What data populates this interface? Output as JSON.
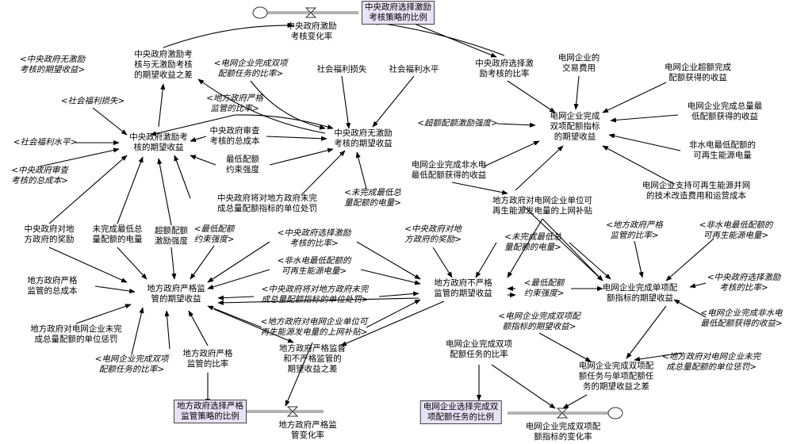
{
  "stocks": {
    "central_ratio": "中央政府选择激励\n考核策略的比例",
    "local_ratio": "地方政府选择严格\n监管策略的比例",
    "grid_ratio": "电网企业选择完成双\n项配额任务的比例"
  },
  "rates": {
    "central_rate": "中央政府激励\n考核变化率",
    "local_rate": "地方政府严格监\n管变化率",
    "grid_rate": "电网企业完成双项配\n额指标的变化率"
  },
  "variables": {
    "central_diff": "中央政府激励考\n核与无激励考核\n的期望收益之差",
    "central_incentive_ratio": "中央政府选择激\n励考核的比率",
    "grid_trade_fee": "电网企业的\n交易费用",
    "grid_over_income": "电网企业超额完成\n配额获得的收益",
    "grid_total_income": "电网企业完成总量最\n低配额获得的收益",
    "nonhydro_min": "非水电最低配额的\n可再生能源电量",
    "grid_tech_cost": "电网企业支持可再生能源并网\n的技术改造费用和运营成本",
    "social_loss": "社会福利损失",
    "social_level": "社会福利水平",
    "central_audit_cost": "中央政府审查\n考核的总成本",
    "min_quota_strength": "最低配额\n约束强度",
    "central_incentive_expect": "中央政府激励考\n核的期望收益",
    "central_noincentive_expect": "中央政府无激励\n考核的期望收益",
    "grid_complete_expect": "电网企业完成\n双项配额指标\n的期望收益",
    "grid_nonhydro_income": "电网企业完成非水电\n最低配额获得的收益",
    "local_subsidy": "地方政府对电网企业单位可\n再生能源发电量的上网补贴",
    "central_penalty_local": "中央政府将对地方政府未完\n成总量配额指标的单位处罚",
    "central_reward_local": "中央政府对地\n方政府的奖励",
    "unfinished_min": "未完成最低总\n量配额的电量",
    "over_quota_strength": "超额配额\n激励强度",
    "local_strict_cost": "地方政府严格\n监管的总成本",
    "local_strict_expect": "地方政府严格监\n管的期望收益",
    "local_nonstrict_expect": "地方政府不严格\n监管的期望收益",
    "grid_single_expect": "电网企业完成单项配\n额指标的期望收益",
    "local_penalty_grid": "地方政府对电网企业未完\n成总量配额的单位惩罚",
    "local_strict_ratio": "地方政府严格\n监管的比率",
    "local_diff": "地方政府严格监督\n和不严格监管的\n期望收益之差",
    "grid_complete_ratio": "电网企业完成双项\n配额任务的比率",
    "grid_diff": "电网企业完成双项配\n额任务与单项配额任\n务的期望收益之差"
  },
  "shadows": {
    "s_central_noincentive": "<中央政府无激励\n考核的期望收益>",
    "s_grid_ratio1": "<电网企业完成双项\n配额任务的比率>",
    "s_social_loss": "<社会福利损失>",
    "s_local_ratio1": "<地方政府严格\n监管的比率>",
    "s_social_level": "<社会福利水平>",
    "s_central_audit": "<中央政府审查\n考核的总成本>",
    "s_over_quota": "<超额配额激励强度>",
    "s_unfinished1": "<未完成最低总\n量配额的电量>",
    "s_min_strength": "<最低配额\n约束强度>",
    "s_central_ratio1": "<中央政府选择激励\n考核的比率>",
    "s_central_reward": "<中央政府对地\n方政府的奖励>",
    "s_nonhydro": "<非水电最低配额的\n可再生能源电量>",
    "s_central_penalty": "<中央政府将对地方政府未完\n成总量配额指标的单位处罚>",
    "s_local_subsidy": "<地方政府对电网企业单位可\n再生能源发电量的上网补贴>",
    "s_unfinished2": "<未完成最低总\n量配额的电量>",
    "s_min_strength2": "<最低配额\n约束强度>",
    "s_local_ratio2": "<地方政府严格\n监管的比率>",
    "s_nonhydro2": "<非水电最低配额的\n可再生能源电量>",
    "s_central_ratio2": "<中央政府选择激励\n考核的比率>",
    "s_grid_nonhydro": "<电网企业完成非水电\n最低配额获得的收益>",
    "s_grid_double_expect": "<电网企业完成双项配\n额指标的期望收益>",
    "s_local_penalty": "<地方政府对电网企业未完\n成总量配额的单位惩罚>",
    "s_grid_ratio2": "<电网企业完成双项\n配额任务的比率>"
  },
  "colors": {
    "arrow": "#000000",
    "stock_fill": "#e7e2f5",
    "pipe": "#555555"
  }
}
